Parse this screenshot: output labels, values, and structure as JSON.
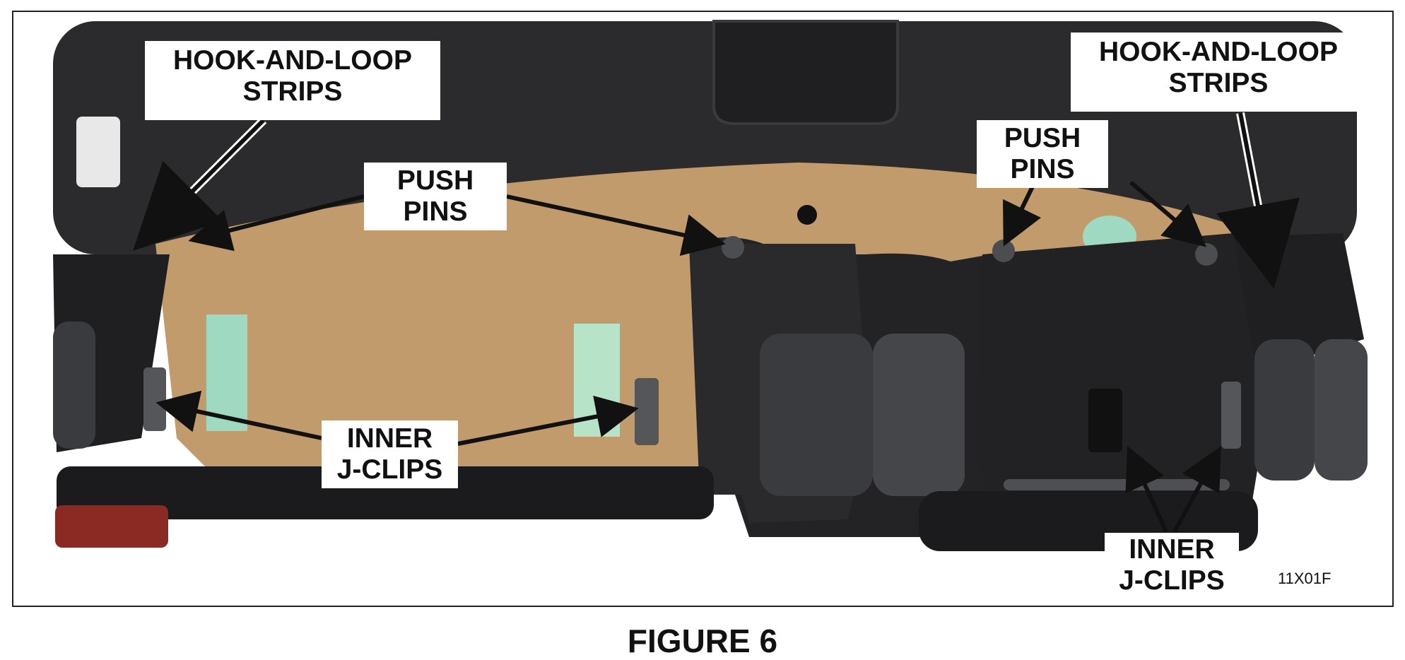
{
  "figure": {
    "caption": "FIGURE 6",
    "code": "11X01F"
  },
  "callouts": {
    "hook_loop_left": {
      "line1": "HOOK-AND-LOOP",
      "line2": "STRIPS"
    },
    "hook_loop_right": {
      "line1": "HOOK-AND-LOOP",
      "line2": "STRIPS"
    },
    "push_pins_left": {
      "line1": "PUSH",
      "line2": "PINS"
    },
    "push_pins_right": {
      "line1": "PUSH",
      "line2": "PINS"
    },
    "inner_jclips_left": {
      "line1": "INNER",
      "line2": "J-CLIPS"
    },
    "inner_jclips_right": {
      "line1": "INNER",
      "line2": "J-CLIPS"
    }
  },
  "colors": {
    "fabric": "#2b2b2d",
    "fabric_dark": "#1a1a1c",
    "cardboard": "#c29b6c",
    "foam": "#9fd9c2",
    "trim_red": "#8a2a22",
    "arrow": "#111111"
  }
}
